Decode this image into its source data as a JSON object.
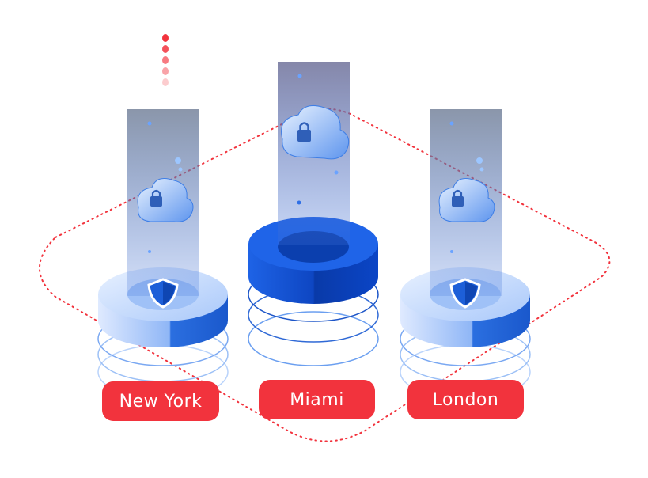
{
  "colors": {
    "accent": "#f2333d",
    "blue_dark": "#0a4fd6",
    "blue_light": "#cfe3ff",
    "column": "#7a8aa6"
  },
  "locations": [
    {
      "name": "New York",
      "icon": "shield-icon",
      "payload": "cloud-lock-icon"
    },
    {
      "name": "Miami",
      "icon": "ring-highlighted",
      "payload": "cloud-lock-icon"
    },
    {
      "name": "London",
      "icon": "shield-icon",
      "payload": "cloud-lock-icon"
    }
  ]
}
